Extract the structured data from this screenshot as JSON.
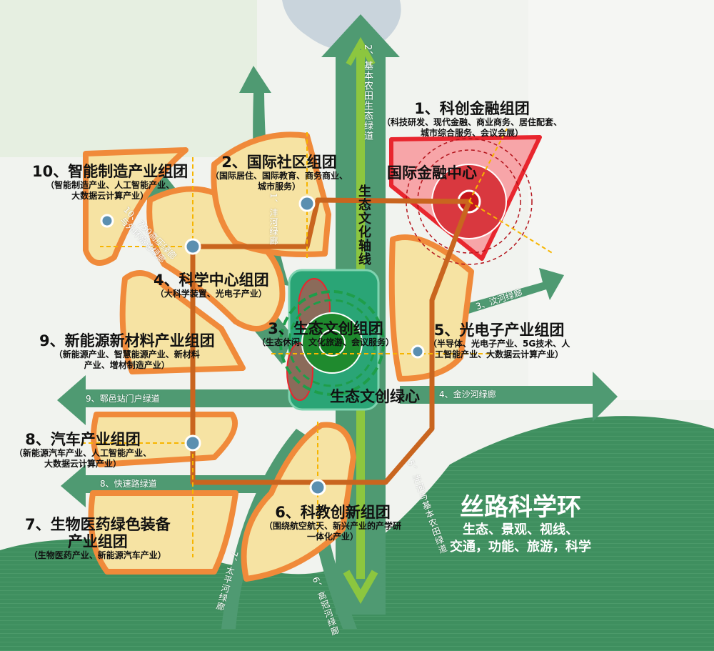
{
  "colors": {
    "corridor": "#4f9a72",
    "axis": "#8cc63f",
    "cluster_fill": "#f6e3a3",
    "cluster_stroke": "#f08a3a",
    "ring_route": "#c9651f",
    "finance": "#e8262e",
    "center": "#2aa576",
    "lake": "#c9d4dc",
    "silk_ring": "#3f8f5f",
    "arrow_dash": "#f7b500",
    "node": "#5b8fb0"
  },
  "clusters": [
    {
      "title": "1、科创金融组团",
      "desc": "（科技研发、现代金融、商业商务、居住配套、",
      "desc2": "城市综合服务、会议会展）"
    },
    {
      "title": "2、国际社区组团",
      "desc": "（国际居住、国际教育、商务商业、",
      "desc2": "城市服务）"
    },
    {
      "title": "3、生态文创组团",
      "desc": "（生态休闲、文化旅游、会议服务）"
    },
    {
      "title": "4、科学中心组团",
      "desc": "（大科学装置、光电子产业）"
    },
    {
      "title": "5、光电子产业组团",
      "desc": "（半导体、光电子产业、5G技术、人",
      "desc2": "工智能产业、大数据云计算产业）"
    },
    {
      "title": "6、科教创新组团",
      "desc": "（围绕航空航天、新兴产业的产学研",
      "desc2": "一体化产业）"
    },
    {
      "title": "7、生物医药绿色装备",
      "title2": "产业组团",
      "desc": "（生物医药产业、新能源汽车产业）"
    },
    {
      "title": "8、汽车产业组团",
      "desc": "（新能源汽车产业、人工智能产业、",
      "desc2": "大数据云计算产业）"
    },
    {
      "title": "9、新能源新材料产业组团",
      "desc": "（新能源产业、智慧能源产业、新材料",
      "desc2": "产业、增材制造产业）"
    },
    {
      "title": "10、智能制造产业组团",
      "desc": "（智能制造产业、人工智能产业、",
      "desc2": "大数据云计算产业）"
    }
  ],
  "centers": {
    "finance": "国际金融中心",
    "green_heart": "生态文创绿心",
    "axis": "生态文化轴线"
  },
  "corridors": {
    "c1": "1、沣河绿廊",
    "c2": "2、基本农田生态绿道",
    "c3": "3、汶河绿廊",
    "c4": "4、金沙河绿廊",
    "c5": "5、沣河与基本农田绿道",
    "c6": "6、高冠河绿廊",
    "c7": "7、太平河绿廊",
    "c8": "8、快速路绿道",
    "c9": "9、鄠邑站门户绿道",
    "c10": "10、750高压绿廊与外环高速绿廊"
  },
  "silk_ring": {
    "title": "丝路科学环",
    "line1": "生态、景观、视线、",
    "line2": "交通，功能、旅游，科学"
  }
}
